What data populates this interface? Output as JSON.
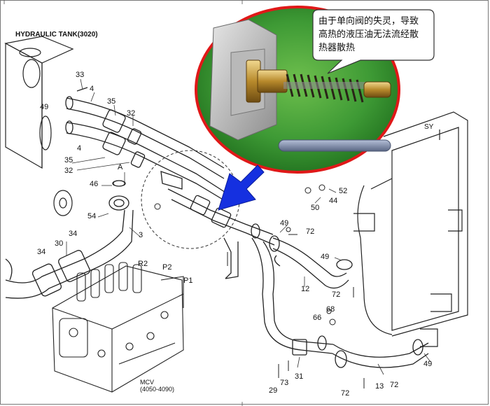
{
  "diagram": {
    "tank_label": "HYDRAULIC TANK(3020)",
    "mcv_label": "MCV",
    "mcv_code": "(4050-4090)",
    "callout_text": "由于单向阀的失灵，导致高热的液压油无法流经散热器散热",
    "partial_label": "SY",
    "part_numbers": [
      {
        "id": "p33",
        "text": "33"
      },
      {
        "id": "p4a",
        "text": "4"
      },
      {
        "id": "p49a",
        "text": "49"
      },
      {
        "id": "p35a",
        "text": "35"
      },
      {
        "id": "p32a",
        "text": "32"
      },
      {
        "id": "p4b",
        "text": "4"
      },
      {
        "id": "p35b",
        "text": "35"
      },
      {
        "id": "p32b",
        "text": "32"
      },
      {
        "id": "pA",
        "text": "A"
      },
      {
        "id": "p46",
        "text": "46"
      },
      {
        "id": "p54",
        "text": "54"
      },
      {
        "id": "p3",
        "text": "3"
      },
      {
        "id": "p34a",
        "text": "34"
      },
      {
        "id": "p34b",
        "text": "34"
      },
      {
        "id": "p30",
        "text": "30"
      },
      {
        "id": "pR2",
        "text": "R2"
      },
      {
        "id": "pP2",
        "text": "P2"
      },
      {
        "id": "pP1",
        "text": "P1"
      },
      {
        "id": "p52",
        "text": "52"
      },
      {
        "id": "p44",
        "text": "44"
      },
      {
        "id": "p50",
        "text": "50"
      },
      {
        "id": "p49b",
        "text": "49"
      },
      {
        "id": "p72a",
        "text": "72"
      },
      {
        "id": "p49c",
        "text": "49"
      },
      {
        "id": "p12",
        "text": "12"
      },
      {
        "id": "p72b",
        "text": "72"
      },
      {
        "id": "p68",
        "text": "68"
      },
      {
        "id": "p66",
        "text": "66"
      },
      {
        "id": "p31",
        "text": "31"
      },
      {
        "id": "p73",
        "text": "73"
      },
      {
        "id": "p29",
        "text": "29"
      },
      {
        "id": "p72c",
        "text": "72"
      },
      {
        "id": "p13",
        "text": "13"
      },
      {
        "id": "p72d",
        "text": "72"
      },
      {
        "id": "p49d",
        "text": "49"
      }
    ]
  },
  "colors": {
    "line": "#222222",
    "oval_border": "#e01818",
    "arrow_blue": "#1530e0",
    "photo_bg": "#2f8a2a"
  }
}
